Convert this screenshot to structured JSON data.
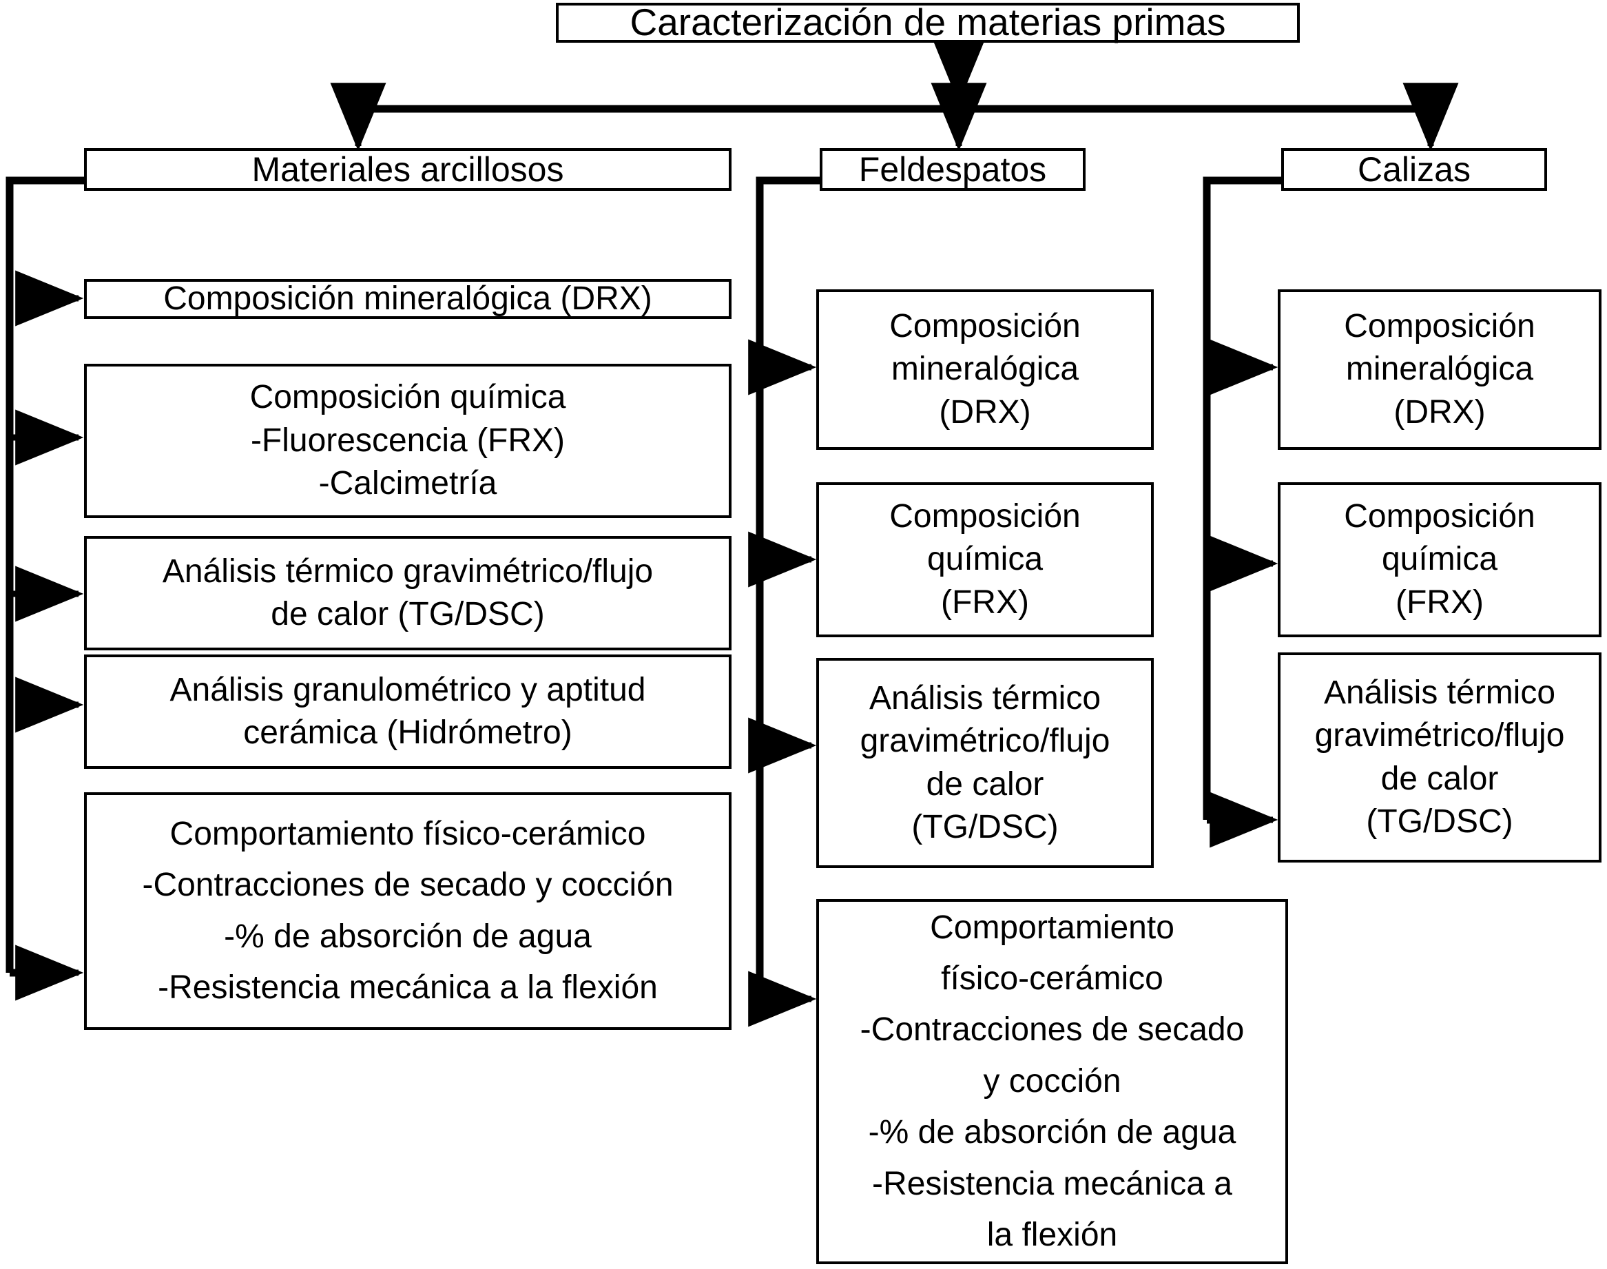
{
  "diagram": {
    "title": "Caracterización de materias primas",
    "type": "flowchart",
    "accent_color": "#000000",
    "background_color": "#ffffff"
  },
  "root": {
    "label": "Caracterización de materias primas"
  },
  "branches": [
    {
      "id": "materiales-arcillosos",
      "label": "Materiales arcillosos",
      "items": [
        {
          "id": "drx",
          "label": "Composición mineralógica (DRX)"
        },
        {
          "id": "quimica",
          "label": "Composición química\n-Fluorescencia (FRX)\n-Calcimetría"
        },
        {
          "id": "termico",
          "label": "Análisis térmico gravimétrico/flujo\nde calor (TG/DSC)"
        },
        {
          "id": "granulometrico",
          "label": "Análisis granulométrico y  aptitud\ncerámica (Hidrómetro)"
        },
        {
          "id": "fisico-ceramico",
          "label": "Comportamiento físico-cerámico\n-Contracciones de secado y cocción\n-% de absorción de agua\n-Resistencia mecánica a la flexión"
        }
      ]
    },
    {
      "id": "feldespatos",
      "label": "Feldespatos",
      "items": [
        {
          "id": "drx",
          "label": "Composición\nmineralógica\n(DRX)"
        },
        {
          "id": "quimica",
          "label": "Composición\nquímica\n(FRX)"
        },
        {
          "id": "termico",
          "label": "Análisis  térmico\ngravimétrico/flujo\nde calor\n(TG/DSC)"
        },
        {
          "id": "fisico-ceramico",
          "label": "Comportamiento\nfísico-cerámico\n-Contracciones de secado\ny cocción\n-% de absorción de agua\n-Resistencia mecánica a\nla flexión"
        }
      ]
    },
    {
      "id": "calizas",
      "label": "Calizas",
      "items": [
        {
          "id": "drx",
          "label": "Composición\nmineralógica\n(DRX)"
        },
        {
          "id": "quimica",
          "label": "Composición\nquímica\n(FRX)"
        },
        {
          "id": "termico",
          "label": "Análisis  térmico\ngravimétrico/flujo\nde calor\n(TG/DSC)"
        }
      ]
    }
  ]
}
